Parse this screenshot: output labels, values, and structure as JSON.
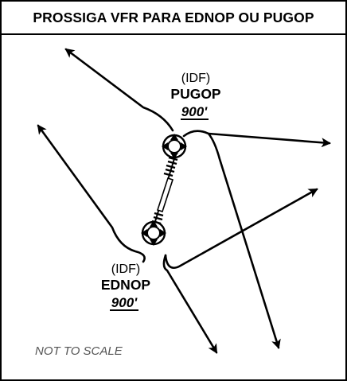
{
  "title": "PROSSIGA VFR PARA EDNOP OU PUGOP",
  "fixes": {
    "pugop": {
      "type": "(IDF)",
      "name": "PUGOP",
      "altitude": "900'"
    },
    "ednop": {
      "type": "(IDF)",
      "name": "EDNOP",
      "altitude": "900'"
    }
  },
  "note": "NOT TO SCALE",
  "colors": {
    "ink": "#000000",
    "background": "#ffffff"
  }
}
